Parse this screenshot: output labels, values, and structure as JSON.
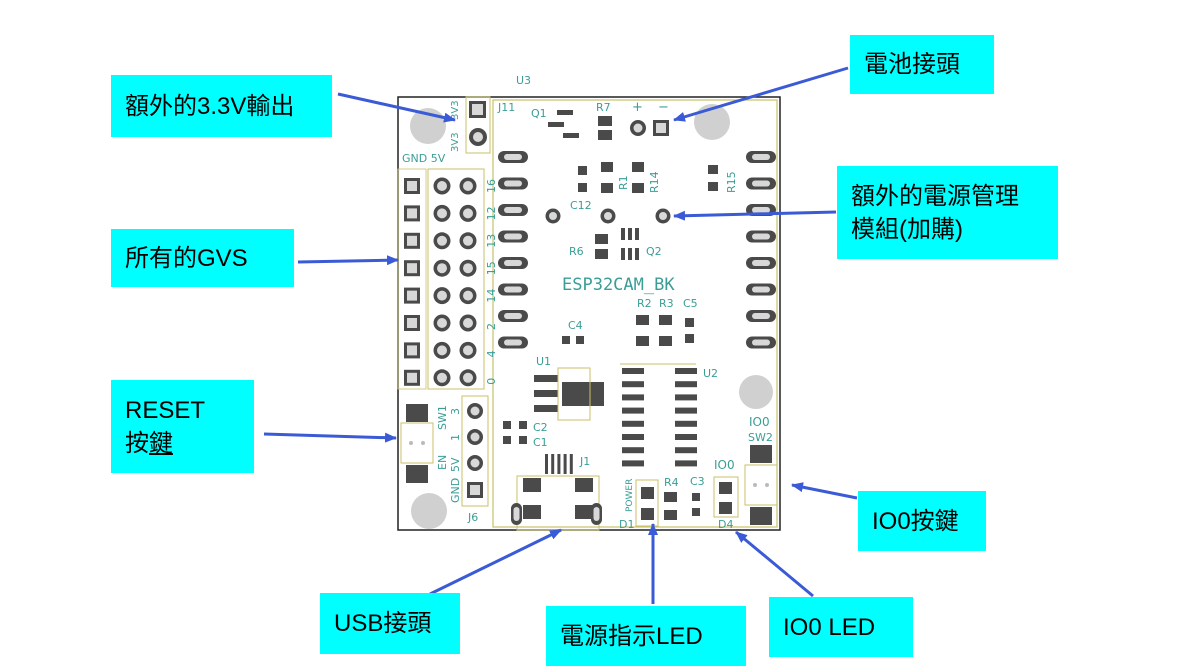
{
  "callouts": {
    "extra_3v3": "額外的3.3V輸出",
    "battery": "電池接頭",
    "all_gvs": "所有的GVS",
    "power_module_line1": "額外的電源管理",
    "power_module_line2": "模組(加購)",
    "reset_line1": "RESET",
    "reset_line2_a": "按",
    "reset_line2_b": "鍵",
    "io0_button": "IO0按鍵",
    "usb": "USB接頭",
    "power_led": "電源指示LED",
    "io0_led": "IO0 LED"
  },
  "silkscreen": {
    "u3": "U3",
    "j11": "J11",
    "q1": "Q1",
    "r7": "R7",
    "plus": "+",
    "minus": "−",
    "v3_top": "3V3",
    "v3_side": "3V3",
    "gnd_5v": "GND 5V",
    "pins": [
      "16",
      "12",
      "13",
      "15",
      "14",
      "2",
      "4",
      "0"
    ],
    "r1": "R1",
    "r14": "R14",
    "r15": "R15",
    "c12": "C12",
    "r6": "R6",
    "q2": "Q2",
    "board_name": "ESP32CAM_BK",
    "r2": "R2",
    "r3": "R3",
    "c5": "C5",
    "c4": "C4",
    "u1": "U1",
    "u2": "U2",
    "c2": "C2",
    "c1": "C1",
    "sw1": "SW1",
    "sw1_pins": [
      "3",
      "1"
    ],
    "en": "EN",
    "v5": "5V",
    "gnd": "GND",
    "j6": "J6",
    "j1": "J1",
    "power_silk": "POWER",
    "r4": "R4",
    "c3": "C3",
    "d1": "D1",
    "io0_silk": "IO0",
    "d4": "D4",
    "io0_sw2_label": "IO0",
    "sw2": "SW2"
  },
  "colors": {
    "callout_bg": "#00ffff",
    "arrow": "#3b5bd6",
    "silk": "#3a9e96",
    "outline": "#c9c26a",
    "pad": "#4a4a4a",
    "hole": "#d0d0d0"
  }
}
